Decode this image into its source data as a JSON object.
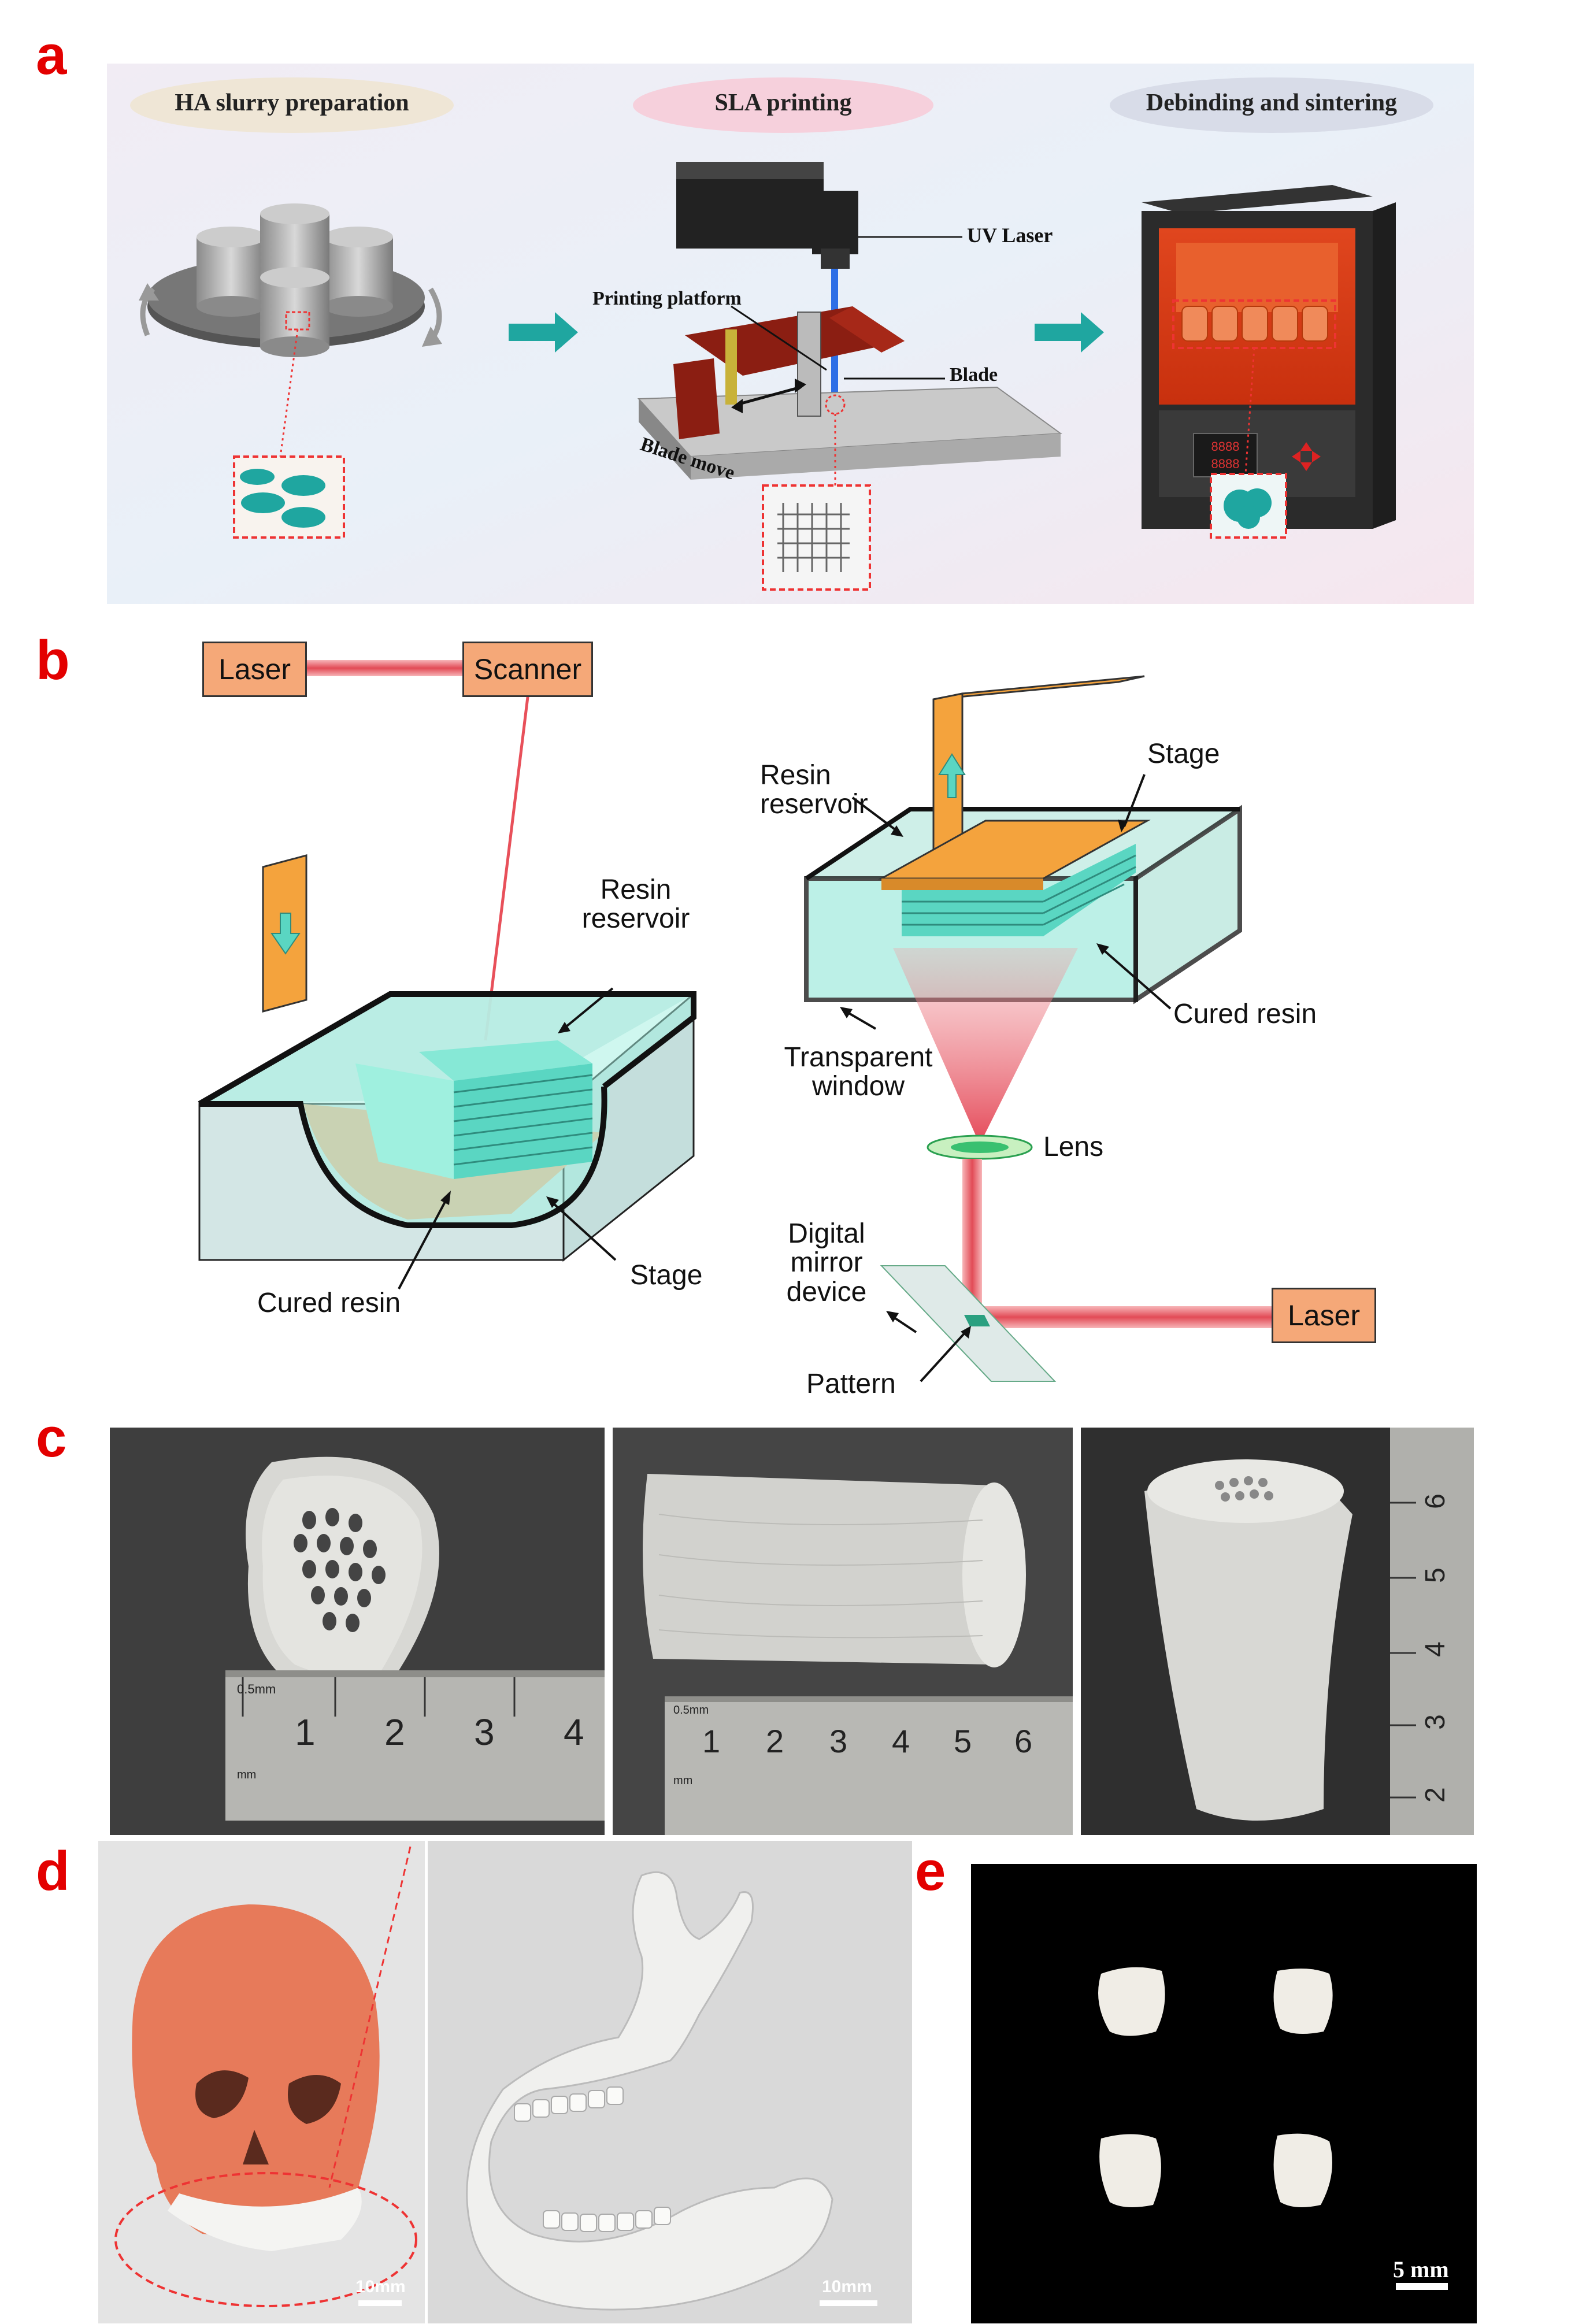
{
  "panels": {
    "a": "a",
    "b": "b",
    "c": "c",
    "d": "d",
    "e": "e"
  },
  "panel_a": {
    "step1": "HA slurry preparation",
    "step2": "SLA printing",
    "step3": "Debinding and sintering",
    "uv_laser": "UV Laser",
    "printing_platform": "Printing platform",
    "blade": "Blade",
    "blade_move": "Blade move",
    "display_text_1": "8888",
    "display_text_2": "8888"
  },
  "panel_b": {
    "laser_left": "Laser",
    "scanner": "Scanner",
    "resin_reservoir_left": "Resin\nreservoir",
    "cured_resin_left": "Cured resin",
    "stage_left": "Stage",
    "stage_right": "Stage",
    "resin_reservoir_right": "Resin\nreservoir",
    "cured_resin_right": "Cured resin",
    "transparent_window": "Transparent\nwindow",
    "lens": "Lens",
    "dmd": "Digital\nmirror\ndevice",
    "laser_right": "Laser",
    "pattern": "Pattern"
  },
  "panel_c": {
    "ruler1_ticks": [
      "1",
      "2",
      "3",
      "4"
    ],
    "ruler1_unit": "0.5mm",
    "ruler1_unit2": "mm",
    "ruler2_ticks": [
      "1",
      "2",
      "3",
      "4",
      "5",
      "6"
    ],
    "ruler2_unit": "0.5mm",
    "ruler2_unit2": "mm",
    "ruler3_ticks": [
      "2",
      "3",
      "4",
      "5",
      "6"
    ]
  },
  "panel_d": {
    "scale1": "10mm",
    "scale2": "10mm"
  },
  "panel_e": {
    "scale": "5 mm"
  },
  "colors": {
    "panel_letter": "#e30000",
    "label_box": "#f5a878",
    "resin": "#8fe8d4",
    "laser_beam": "#e8505a"
  }
}
